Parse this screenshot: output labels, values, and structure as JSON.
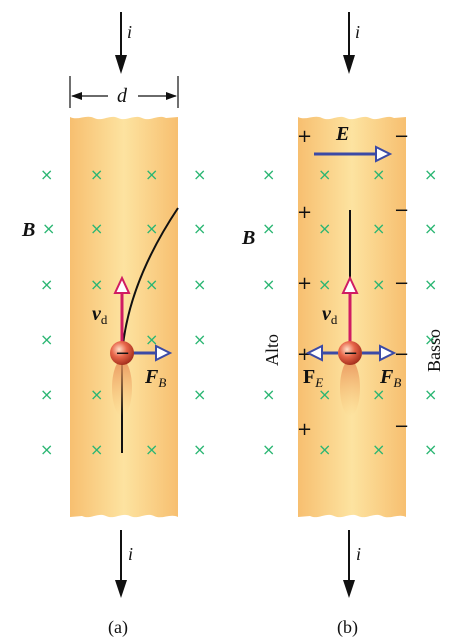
{
  "labels": {
    "current": "i",
    "width": "d",
    "field_b": "B",
    "field_e": "E",
    "drift_velocity": "v",
    "drift_subscript": "d",
    "force_b": "F",
    "force_b_sub": "B",
    "force_e": "F",
    "force_e_sub": "E",
    "top_side": "Alto",
    "bottom_side": "Basso",
    "electron_sign": "−",
    "panel_a": "(a)",
    "panel_b": "(b)"
  },
  "symbols": {
    "cross": "×",
    "plus": "+",
    "minus": "−"
  },
  "colors": {
    "strip_edge": "#f9c779",
    "strip_center": "#fde6a3",
    "field_cross": "#2bb673",
    "velocity_arrow": "#d01c63",
    "force_arrow": "#3b4aa6",
    "electron": "#c8402a"
  }
}
